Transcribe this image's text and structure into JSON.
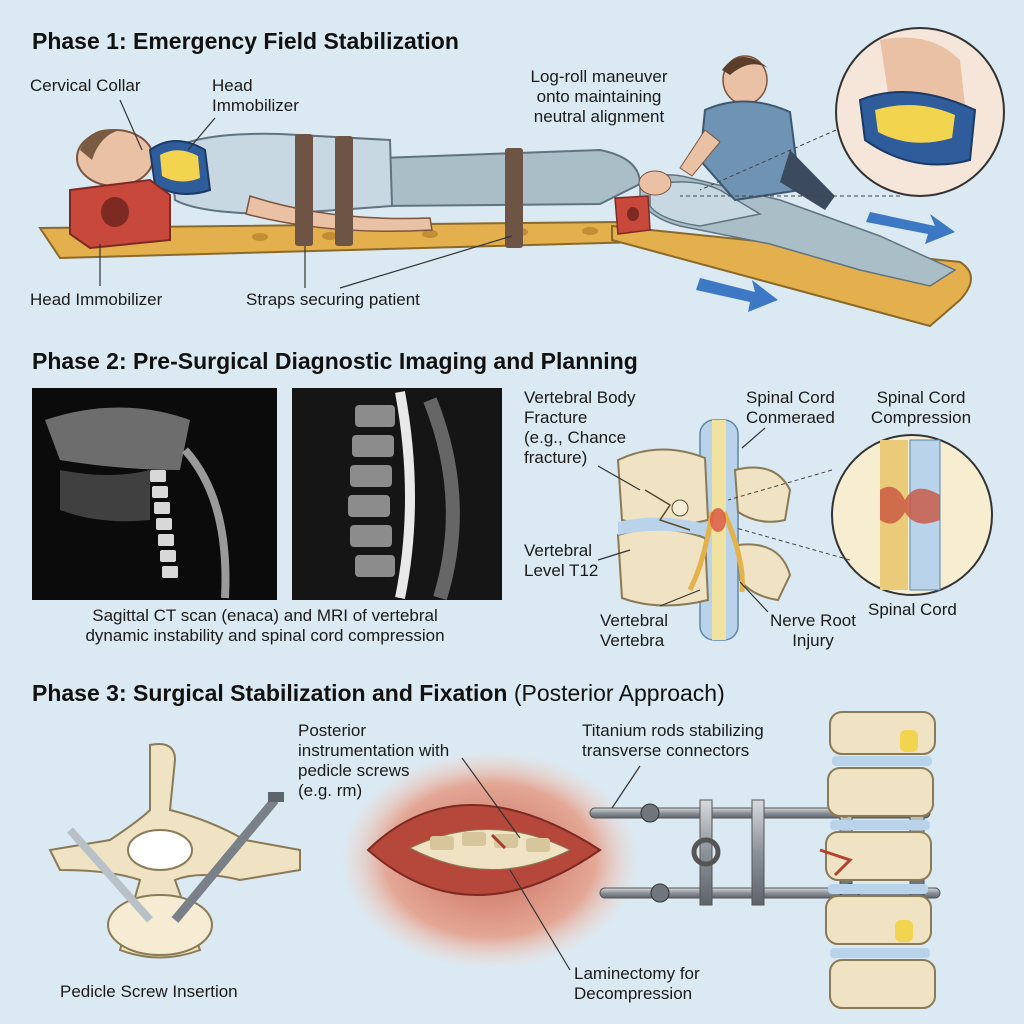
{
  "phase1": {
    "title": "Phase 1: Emergency Field Stabilization",
    "labels": {
      "cervical_collar": "Cervical Collar",
      "head_immobilizer_top": "Head\nImmobilizer",
      "log_roll": "Log-roll maneuver\nonto maintaining\nneutral alignment",
      "head_immobilizer_bottom": "Head Immobilizer",
      "straps": "Straps securing patient"
    }
  },
  "phase2": {
    "title": "Phase 2: Pre-Surgical Diagnostic Imaging and Planning",
    "caption": "Sagittal CT scan (enaca) and MRI of vertebral\ndynamic instability and spinal cord compression",
    "labels": {
      "vertebral_body_fracture": "Vertebral Body\nFracture\n(e.g., Chance\nfracture)",
      "spinal_cord_conmeraed": "Spinal Cord\nConmeraed",
      "spinal_cord_compression": "Spinal Cord\nCompression",
      "vertebral_level": "Vertebral\nLevel T12",
      "vertebral_vertebra": "Vertebral\nVertebra",
      "nerve_root_injury": "Nerve Root\nInjury",
      "spinal_cord": "Spinal Cord"
    }
  },
  "phase3": {
    "title_bold": "Phase 3: Surgical Stabilization and Fixation",
    "title_light": " (Posterior Approach)",
    "labels": {
      "posterior_instrumentation": "Posterior\ninstrumentation with\npedicle screws\n(e.g. rm)",
      "titanium_rods": "Titanium rods stabilizing\ntransverse connectors",
      "pedicle_screw_insertion": "Pedicle Screw Insertion",
      "laminectomy": "Laminectomy for\nDecompression"
    }
  },
  "colors": {
    "background": "#dbe9f3",
    "board": "#e3b04d",
    "collar": "#2f5d9c",
    "immobilizer": "#c8483c",
    "bone": "#efe3c4",
    "rod": "#8c9299",
    "arrow": "#3d78c4"
  }
}
